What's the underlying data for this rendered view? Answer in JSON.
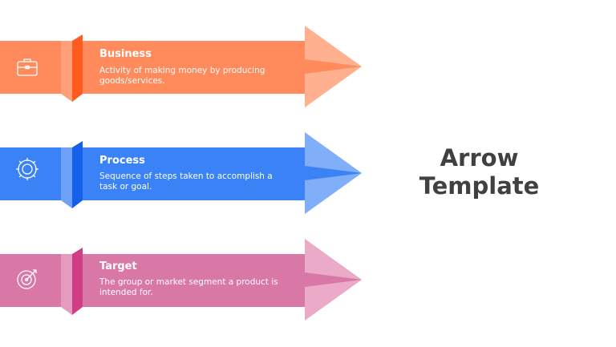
{
  "rows": [
    {
      "title": "Business",
      "description": "Activity of making money by producing goods/services.",
      "icon": "briefcase-icon",
      "colors": {
        "main": "#ff8a5c",
        "light": "#ffb08f",
        "dark": "#ff5a1f",
        "panel": "#ffa07a"
      }
    },
    {
      "title": "Process",
      "description": "Sequence of steps taken to accomplish a task or goal.",
      "icon": "gear-icon",
      "colors": {
        "main": "#3b82f6",
        "light": "#80aef9",
        "dark": "#1560e8",
        "panel": "#6ea2f8"
      }
    },
    {
      "title": "Target",
      "description": "The group or market segment a product is intended for.",
      "icon": "target-icon",
      "colors": {
        "main": "#d977a6",
        "light": "#eaaac8",
        "dark": "#cf3d84",
        "panel": "#e49bbd"
      }
    }
  ],
  "heading": {
    "line1": "Arrow",
    "line2": "Template",
    "color": "#404040"
  }
}
